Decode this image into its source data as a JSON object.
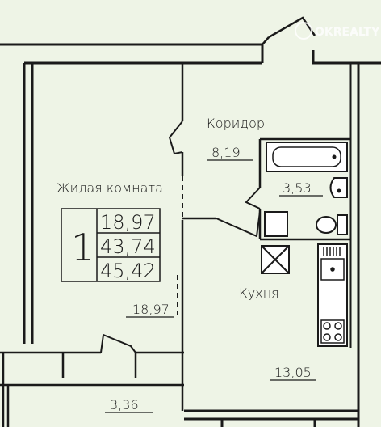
{
  "watermark": "OKREALTY",
  "rooms": {
    "living": {
      "name": "Жилая комната",
      "area": "18,97"
    },
    "corridor": {
      "name": "Коридор",
      "area": "8,19"
    },
    "bathroom": {
      "area": "3,53"
    },
    "kitchen": {
      "name": "Кухня",
      "area": "13,05"
    },
    "balcony": {
      "area": "3,36"
    }
  },
  "summary": {
    "rooms_count": "1",
    "living_area": "18,97",
    "total_area": "43,74",
    "total_area_with_balcony": "45,42"
  },
  "colors": {
    "room_fill": "#eef4e6",
    "wall": "#1a1a1a",
    "background": "#ffffff"
  }
}
